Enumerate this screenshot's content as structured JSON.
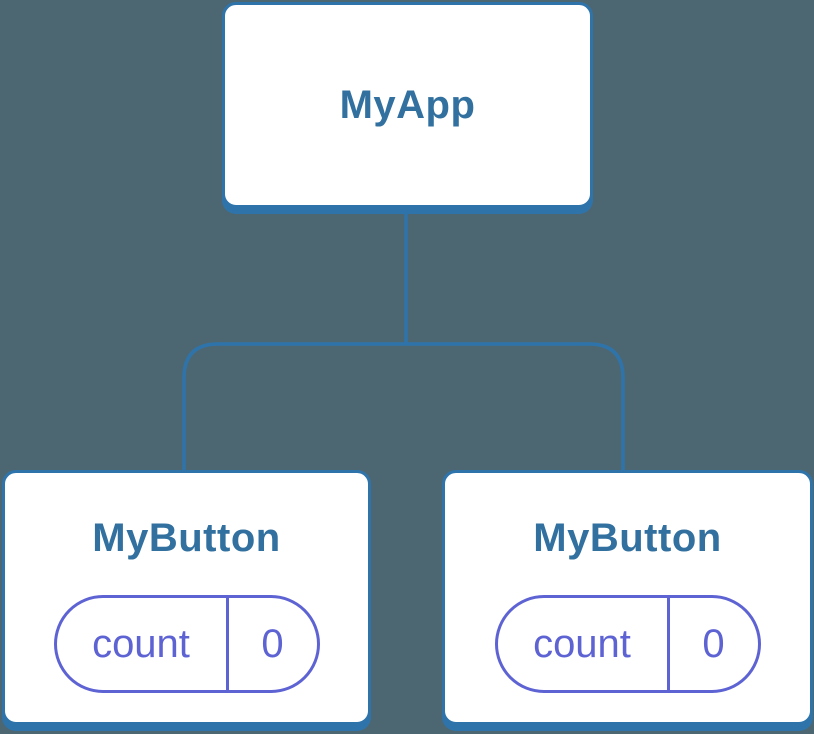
{
  "diagram": {
    "type": "component-tree",
    "root": {
      "label": "MyApp"
    },
    "children": [
      {
        "label": "MyButton",
        "state": {
          "name": "count",
          "value": "0"
        }
      },
      {
        "label": "MyButton",
        "state": {
          "name": "count",
          "value": "0"
        }
      }
    ],
    "colors": {
      "bg": "#4d6772",
      "line": "#2e74ab",
      "title": "#31709f",
      "state": "#5e63d4",
      "node_fill": "#ffffff"
    }
  }
}
